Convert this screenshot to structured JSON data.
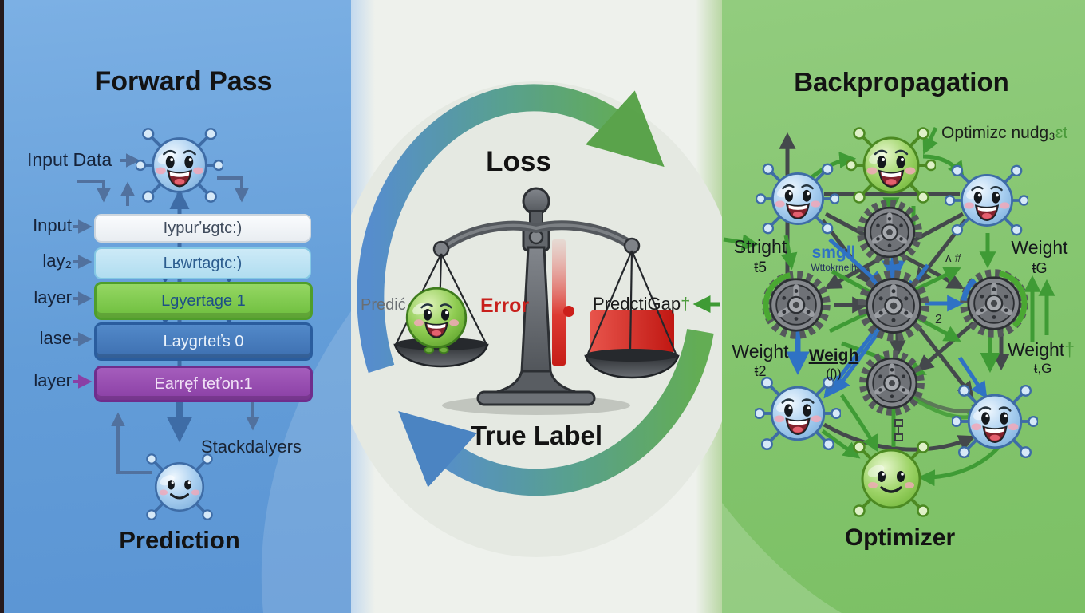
{
  "left": {
    "title": "Forward Pass",
    "input_data": "Input Data",
    "rows": [
      {
        "label": "Input",
        "text": "Iypurʼʁgtc:)"
      },
      {
        "label": "lay₂",
        "text": "Lʁwrtagtc:)"
      },
      {
        "label": "layer",
        "text": "Lgyertage 1"
      },
      {
        "label": "lase",
        "text": "Laygrteťs 0"
      },
      {
        "label": "layer",
        "text": "Earręf teťon:1"
      }
    ],
    "stack_note": "Stackdalyers",
    "caption": "Prediction"
  },
  "middle": {
    "title": "Loss",
    "pred": "Predić",
    "error": "Error",
    "gap": "PredctiGap",
    "gap_mark": "†",
    "caption": "True Label"
  },
  "right": {
    "title": "Backpropagation",
    "note": "Optimizc nudg₃",
    "note_suffix": "ɛt",
    "stright": "Stright",
    "stright_sub": "ŧ5",
    "small": "smgll",
    "small_sub": "Wttokrnelh",
    "weight_tr": "Weight",
    "weight_tr_sub": "ŧG",
    "weight_bl": "Weight",
    "weight_bl_sub": "ŧ2",
    "weigh_mid": "Weigh",
    "weigh_mid_sub": "(ʃ))",
    "weight_br": "Weight",
    "weight_br_mark": "†",
    "weight_br_sub": "ŧ,G",
    "stray_hash": "ʌ #",
    "stray_two": "2",
    "caption": "Optimizer"
  },
  "colors": {
    "left_bg": "#69a3dc",
    "right_bg": "#87c571",
    "middle_bg": "#eef1ec",
    "accent_green": "#3f9b35",
    "accent_blue": "#2f72c4",
    "error_red": "#cc2420",
    "layer_green": "#6dbe3d",
    "layer_blue": "#3d6fb0",
    "layer_purple": "#8a3fa5"
  }
}
